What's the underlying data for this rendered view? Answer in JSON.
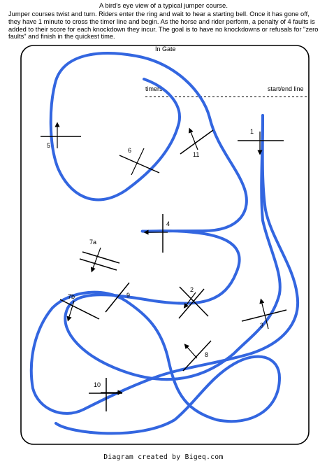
{
  "title": "A bird's eye view of a typical jumper course.",
  "intro": "Jumper courses twist and turn. Riders enter the ring and wait to hear a starting bell. Once it has gone off, they have 1 minute to cross the timer line and begin. As the horse and rider perform, a penalty of 4 faults is added to their score for each knockdown they incur. The goal is to have no knockdowns or refusals for \"zero faults\" and finish in the quickest time.",
  "labels": {
    "in_gate": "In Gate",
    "timers": "timers",
    "start_end_line": "start/end line"
  },
  "jumps": [
    "1",
    "2",
    "3",
    "4",
    "5",
    "6",
    "7a",
    "7b",
    "8",
    "9",
    "10",
    "11"
  ],
  "credit": "Diagram created by Bigeq.com",
  "colors": {
    "course_path": "#3366e0",
    "lines": "#000000",
    "background": "#ffffff"
  }
}
